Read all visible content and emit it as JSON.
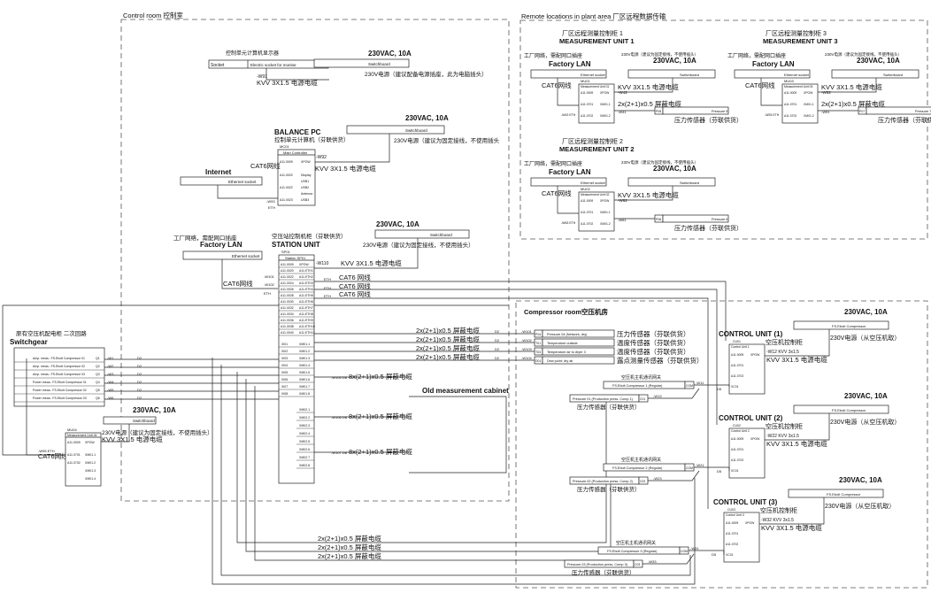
{
  "areas": {
    "control_room": "Control room 控制室",
    "remote": "Remote locations in plant area 厂区远程数据传输",
    "compressor_room": "Compressor room空压机房"
  },
  "power": {
    "ac": "230VAC, 10A",
    "switchboard": "Switchboard",
    "fixed_wire": "230V电源（建议为固定接线，不使用插头）",
    "fixed_wire_short": "230V电源（建议为固定接线，不使用插头",
    "monitor_note": "230V电源（建议配备电源插座，此为电脑插头）",
    "remote_note": "230V电源（建议为固定接线，不使用插头）",
    "from_compressor": "230V电源（从空压机取）",
    "cable": "KVV  3X1.5  电源电缆",
    "cable_short": "KVV 3X1.5"
  },
  "monitor": {
    "title": "控制单元计算机显示器",
    "socket": "Socket",
    "electric_socket": "Electric socket for monitor",
    "wire": "-W91",
    "cable": "KVV  3X1.5  电源电缆"
  },
  "balance_pc": {
    "title": "BALANCE PC",
    "subtitle": "控制单元计算机（芬联供货）",
    "wire": "-W92",
    "cable": "KVV  3X1.5  电源电缆",
    "pins": [
      "MC01",
      "Main Controller",
      "A11.0009",
      "A11.0020",
      "A11.0022",
      "A11.0023",
      "A11.0024",
      "A11.0025",
      "XPOW",
      "Display",
      "USB1",
      "USB2",
      "Antenna",
      "USB3",
      "ETH"
    ],
    "w": "-W93"
  },
  "internet": {
    "label": "Internet",
    "socket": "Ethernet socket",
    "cat6": "CAT6网线"
  },
  "factory_lan": {
    "note": "工厂网络，需配网口插座",
    "label": "Factory LAN",
    "socket": "Ethernet socket",
    "cat6": "CAT6网线"
  },
  "station": {
    "title_cn": "空压站控制机柜（芬联供货）",
    "title": "STATION UNIT",
    "head": "SP01",
    "head2": "Station SP01",
    "wire": "-W110",
    "cable": "KVV  3X1.5  电源电缆",
    "pins": [
      "A11.0009",
      "A11.0020",
      "A11.0022",
      "A11.0024",
      "A11.0026",
      "A11.0028",
      "A11.0030",
      "A11.0032",
      "A11.0034",
      "A11.0036",
      "A11.0038",
      "A11.0040"
    ],
    "eth_labels": [
      "-W101",
      "-W102",
      "-W103",
      "ETH"
    ],
    "cat6": [
      "CAT6 网线",
      "CAT6 网线",
      "CAT6 网线",
      "CAT6 网线"
    ],
    "eth_tags": [
      "ETH",
      "ETH",
      "ETH"
    ],
    "ai": [
      "XI01",
      "XI02",
      "XI03",
      "XI04",
      "XI05",
      "XI06",
      "XI07",
      "XI08"
    ],
    "aim": [
      "XM01.1",
      "XM01.2",
      "XM01.3",
      "XM01.4",
      "XM01.5",
      "XM01.6",
      "XM01.7",
      "XM01.8"
    ],
    "aim2": [
      "XM02.1",
      "XM02.2",
      "XM02.3",
      "XM02.4",
      "XM02.5",
      "XM02.6",
      "XM02.7",
      "XM02.8"
    ],
    "bus_cables": [
      {
        "w": "-W105 D8",
        "label": "8x(2+1)x0.5  屏蔽电缆"
      },
      {
        "w": "-W106 D8",
        "label": "8x(2+1)x0.5  屏蔽电缆"
      },
      {
        "w": "-W107 D8",
        "label": "8x(2+1)x0.5  屏蔽电缆"
      }
    ]
  },
  "sensors": {
    "cable": "2x(2+1)x0.5  屏蔽电缆",
    "tags": [
      "-W101",
      "-W102",
      "-W103",
      "-W104"
    ],
    "d": [
      "D2",
      "D2",
      "D2",
      "D2"
    ],
    "items": [
      {
        "name": "Pressure 04 (Network, dry)",
        "pin": "P04",
        "cn": "压力传感器（芬联供货）"
      },
      {
        "name": "Temperature outside",
        "pin": "T01",
        "cn": "温度传感器（芬联供货）"
      },
      {
        "name": "Temperature air to dryer 3",
        "pin": "T03",
        "cn": "温度传感器（芬联供货）"
      },
      {
        "name": "Dew point: dry air",
        "pin": "D01",
        "cn": "露点测量传感器（芬联供货）"
      }
    ]
  },
  "switchgear": {
    "note": "原有空压机配电柜 二次回路",
    "title": "Switchgear",
    "rows": [
      {
        "name": "Amp. meas.: FS.Ebolt Compressor 01",
        "pin": "Q1"
      },
      {
        "name": "Amp. meas.: FS.Ebolt Compressor 02",
        "pin": "Q2"
      },
      {
        "name": "Amp. meas.: FS.Ebolt Compressor 03",
        "pin": "Q3"
      },
      {
        "name": "Power meas.: FS.Ebolt Compressor 01",
        "pin": "Q4"
      },
      {
        "name": "Power meas.: FS.Ebolt Compressor 02",
        "pin": "Q5"
      },
      {
        "name": "Power meas.: FS.Ebolt Compressor 03",
        "pin": "Q6"
      }
    ],
    "w": [
      "-W1",
      "-W2",
      "-W3",
      "-W4",
      "-W5",
      "-W6"
    ],
    "d": [
      "D2",
      "D2",
      "D2",
      "D2",
      "D2",
      "D2"
    ]
  },
  "mu4": {
    "head": "MU04",
    "head2": "Measurement Unit 04",
    "pins": [
      "A11.0009",
      "A11.0701",
      "A11.0702"
    ],
    "right": [
      "XPOW",
      "XM01.1",
      "XM01.2",
      "XM01.3",
      "XM01.4"
    ],
    "wire": "-W94",
    "eth": "-W95 ETH",
    "cat6": "CAT6网线",
    "switchboard": "Switchboard",
    "power_note": "230V电源（建议为固定接线，不使用插头）",
    "cable": "KVV  3X1.5  电源电缆",
    "ac": "230VAC, 10A"
  },
  "old_cabinet": "Old measurement cabinet",
  "bottom_cables": [
    "2x(2+1)x0.5  屏蔽电缆",
    "2x(2+1)x0.5  屏蔽电缆",
    "2x(2+1)x0.5  屏蔽电缆"
  ],
  "measurement_units": [
    {
      "cn": "厂区远程测量控制柜 1",
      "title": "MEASUREMENT UNIT 1",
      "lan_note": "工厂网络，需配网口插座",
      "lan": "Factory LAN",
      "socket": "Ethernet socket",
      "cat6": "CAT6网线",
      "head": "MU01",
      "head2": "Measurement Unit 01",
      "pins": [
        "A11.0009",
        "A11.0701",
        "A11.0702"
      ],
      "right": [
        "XPOW",
        "XM01.1",
        "XM01.2"
      ],
      "w": "-W42",
      "eth": "-W43 ETH",
      "sens_cable": "2x(2+1)x0.5  屏蔽电缆",
      "sens_w": "-W41",
      "sens_pin": "P05",
      "sens": "Pressure 5",
      "sens_cn": "压力传感器（芬联供货）",
      "note": "230V电源（建议为固定接线，不使用插头）",
      "cable": "KVV  3X1.5  电源电缆"
    },
    {
      "cn": "厂区远程测量控制柜 2",
      "title": "MEASUREMENT UNIT 2",
      "lan_note": "工厂网络，需配网口插座",
      "lan": "Factory LAN",
      "socket": "Ethernet socket",
      "cat6": "CAT6网线",
      "head": "MU02",
      "head2": "Measurement Unit 02",
      "pins": [
        "A11.0009",
        "A11.0701",
        "A11.0702"
      ],
      "right": [
        "XPOW",
        "XM01.1",
        "XM01.2"
      ],
      "w": "-W62",
      "eth": "-W63 ETH",
      "sens_cable": "",
      "sens_w": "-W61",
      "sens_pin": "P06",
      "sens": "Pressure 6",
      "sens_cn": "压力传感器（芬联供货）",
      "note": "230V电源（建议为固定接线，不使用插头）",
      "cable": "KVV  3X1.5  电源电缆"
    },
    {
      "cn": "厂区远程测量控制柜 3",
      "title": "MEASUREMENT UNIT 3",
      "lan_note": "工厂网络，需配网口插座",
      "lan": "Factory LAN",
      "socket": "Ethernet socket",
      "cat6": "CAT6网线",
      "head": "MU03",
      "head2": "Measurement Unit 03",
      "pins": [
        "A11.0009",
        "A11.0701",
        "A11.0702"
      ],
      "right": [
        "XPOW",
        "XM01.1",
        "XM01.2"
      ],
      "w": "-W52",
      "eth": "-W53 ETH",
      "sens_cable": "2x(2+1)x0.5  屏蔽电缆",
      "sens_w": "-W51",
      "sens_pin": "P07",
      "sens": "Pressure 7",
      "sens_cn": "压力传感器（芬联供货）",
      "note": "230V电源（建议为固定接线，不使用插头）",
      "cable": "KVV  3X1.5  电源电缆"
    }
  ],
  "control_units": [
    {
      "title": "CONTROL UNIT (1)",
      "cn": "空压机控制柜",
      "head": "CU01",
      "head2": "Control Unit 1",
      "pins": [
        "A11.0009",
        "A11.0701",
        "A11.0702",
        "XC01"
      ],
      "right": "XPOW",
      "w": "-W12 KVV 3x1.5",
      "cable": "KVV  3X1.5  电源电缆",
      "ac": "230VAC, 10A",
      "supply": "FS.Ebolt Compressor",
      "note": "230V电源（从空压机取）",
      "gw_cn": "空压机主机通讯网关",
      "gw": "FS.Ebolt Compressor 1 (Regular)",
      "gw_pin": "COM",
      "p": "Pressure 01 (Production press. Comp 1)",
      "p_pin": "C01",
      "p_cn": "压力传感器（芬联供货）",
      "d": "D5",
      "w2": "-W11",
      "w3": "-W13"
    },
    {
      "title": "CONTROL UNIT (2)",
      "cn": "空压机控制柜",
      "head": "CU02",
      "head2": "Control Unit 2",
      "pins": [
        "A11.0009",
        "A11.0701",
        "A11.0702",
        "XC01"
      ],
      "right": "XPOW",
      "w": "-W22 KVV 3x1.5",
      "cable": "KVV  3X1.5  电源电缆",
      "ac": "230VAC, 10A",
      "supply": "FS.Ebolt Compressor",
      "note": "230V电源（从空压机取）",
      "gw_cn": "空压机主机通讯网关",
      "gw": "FS.Ebolt Compressor 2 (Regular)",
      "gw_pin": "COM",
      "p": "Pressure 02 (Production press. Comp 2)",
      "p_pin": "C02",
      "p_cn": "压力传感器（芬联供货）",
      "d": "D5",
      "w2": "-W21",
      "w3": "-W23"
    },
    {
      "title": "CONTROL UNIT (3)",
      "cn": "空压机控制柜",
      "head": "CU03",
      "head2": "Control Unit 3",
      "pins": [
        "A11.0009",
        "A11.0701",
        "A11.0702",
        "XC01"
      ],
      "right": "XPOW",
      "w": "-W32 KVV 3x1.5",
      "cable": "KVV  3X1.5  电源电缆",
      "ac": "230VAC, 10A",
      "supply": "FS.Ebolt Compressor",
      "note": "230V电源（从空压机取）",
      "gw_cn": "空压机主机通讯网关",
      "gw": "FS.Ebolt Compressor 3 (Regular)",
      "gw_pin": "COM",
      "p": "Pressure 03 (Production press. Comp 3)",
      "p_pin": "C03",
      "p_cn": "压力传感器（芬联供货）",
      "d": "D5",
      "w2": "-W31",
      "w3": "-W33"
    }
  ]
}
